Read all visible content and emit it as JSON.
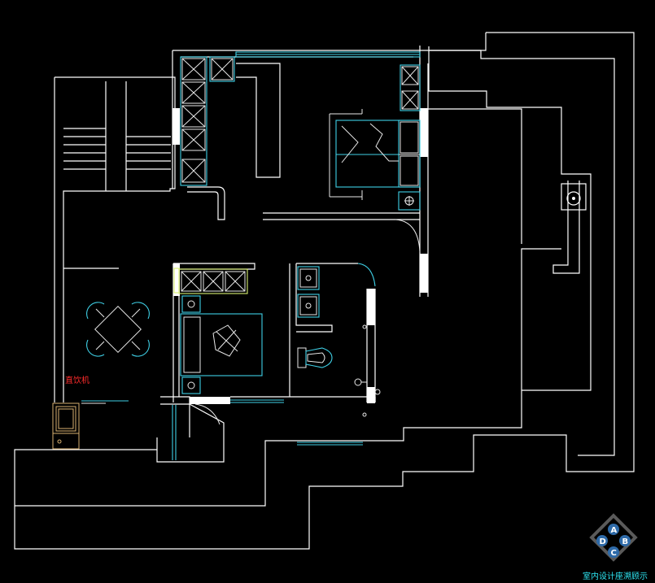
{
  "labels": {
    "appliance": "直饮机",
    "watermark": "室内设计座溯顾示"
  },
  "logo": {
    "letters": [
      "A",
      "B",
      "C",
      "D"
    ]
  },
  "colors": {
    "background": "#000000",
    "wall": "#ffffff",
    "furniture": "#3fd0e6",
    "appliance_label": "#ff2b2b",
    "watermark": "#2ee8f5",
    "accent_gold": "#d8b070",
    "accent_lime": "#d8f070"
  }
}
